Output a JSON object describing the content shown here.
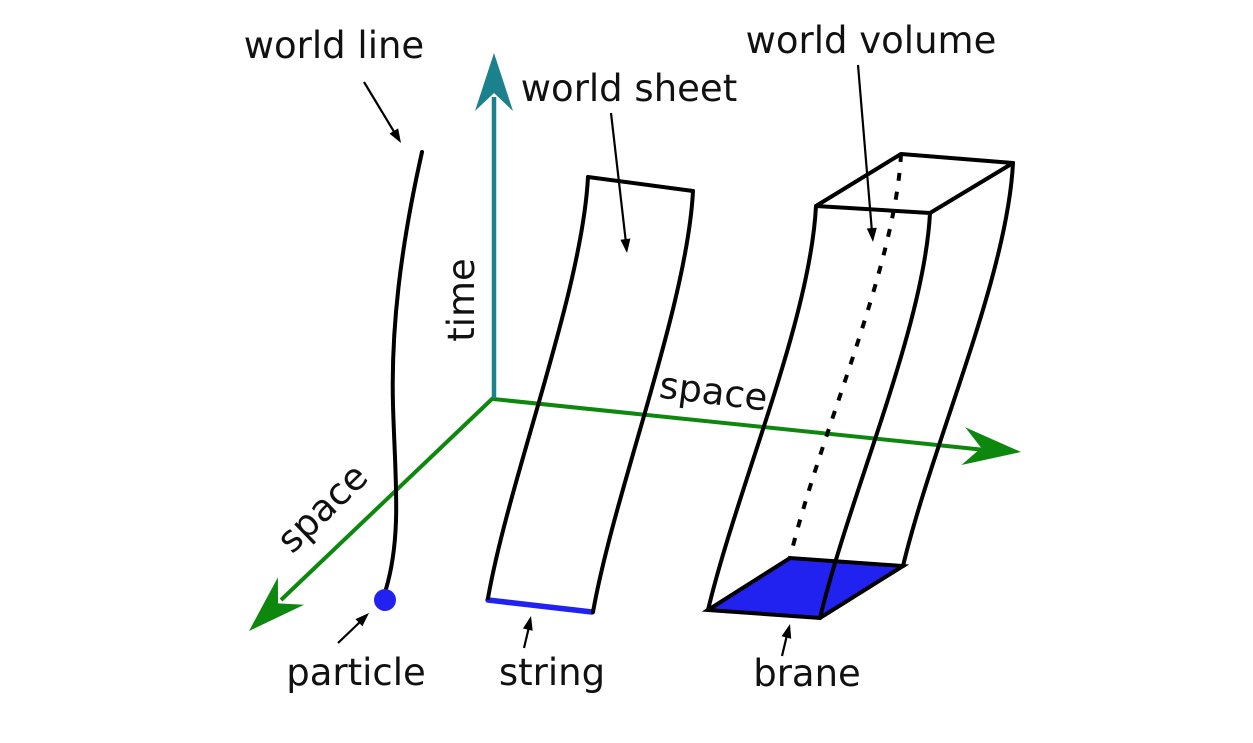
{
  "diagram": {
    "background_color": "#ffffff",
    "line_color": "#000000",
    "axes": {
      "time": {
        "label": "time",
        "color": "#1b818d"
      },
      "space_right": {
        "label": "space",
        "color": "#0e870e"
      },
      "space_left": {
        "label": "space",
        "color": "#0e870e"
      }
    },
    "trajectories": {
      "world_line": {
        "label": "world line"
      },
      "world_sheet": {
        "label": "world sheet"
      },
      "world_volume": {
        "label": "world volume"
      }
    },
    "objects": {
      "particle": {
        "label": "particle",
        "color": "#2222f0"
      },
      "string": {
        "label": "string",
        "color": "#2222f0"
      },
      "brane": {
        "label": "brane",
        "color": "#2222f0"
      }
    }
  }
}
